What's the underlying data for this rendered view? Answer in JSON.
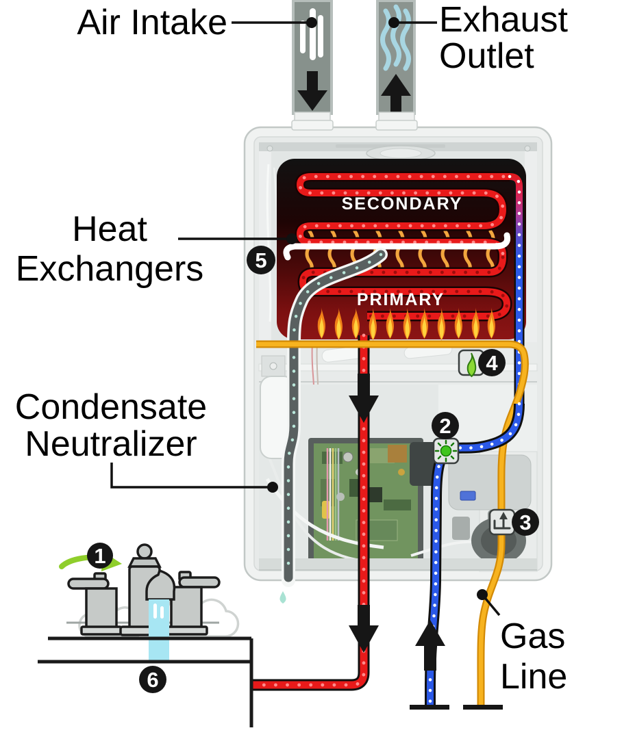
{
  "labels": {
    "air_intake": "Air Intake",
    "exhaust_outlet_line1": "Exhaust",
    "exhaust_outlet_line2": "Outlet",
    "heat_exchangers_line1": "Heat",
    "heat_exchangers_line2": "Exchangers",
    "condensate_neutralizer_line1": "Condensate",
    "condensate_neutralizer_line2": "Neutralizer",
    "gas_line_line1": "Gas",
    "gas_line_line2": "Line"
  },
  "heat_exchanger": {
    "secondary_label": "SECONDARY",
    "primary_label": "PRIMARY"
  },
  "step_badges": [
    "1",
    "2",
    "3",
    "4",
    "5",
    "6"
  ],
  "icons": {
    "step2": "flow-sensor-icon",
    "step3": "gas-valve-icon",
    "step4": "burner-flame-icon"
  },
  "colors": {
    "hot_water_pipe": "#e81a1a",
    "cold_water_pipe": "#2b59e8",
    "mixing_transition": "#a83b9e",
    "gas_line": "#f7b31f",
    "condensate_tube": "#596060",
    "flame_orange": "#f08018",
    "flame_yellow": "#ffd23e",
    "exhaust_waves": "#a8d6e2",
    "badge_background": "#161616",
    "cabinet": "#f0f2f1",
    "accent_green": "#8fce2b"
  }
}
